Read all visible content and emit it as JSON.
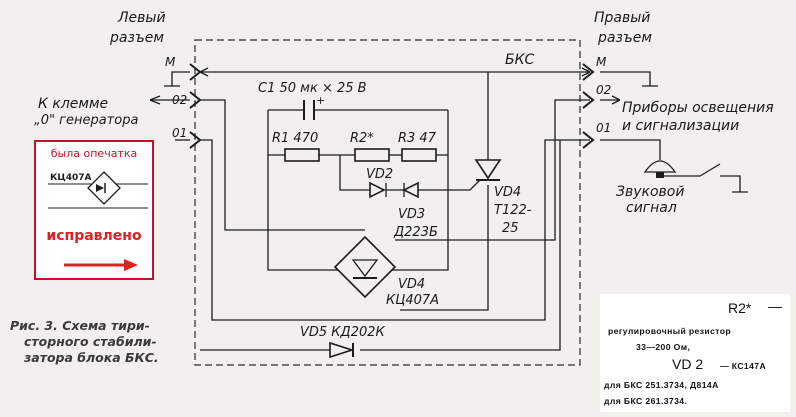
{
  "diagram": {
    "left_connector": {
      "line1": "Левый",
      "line2": "разъем"
    },
    "right_connector": {
      "line1": "Правый",
      "line2": "разъем"
    },
    "pins_left": [
      "М",
      "02",
      "01"
    ],
    "pins_right": [
      "М",
      "02",
      "01"
    ],
    "bks": "БКС",
    "to_terminal": {
      "line1": "К клемме",
      "line2": "„0\" генератора"
    },
    "lights": {
      "line1": "Приборы освещения",
      "line2": "и сигнализации"
    },
    "horn": {
      "line1": "Звуковой",
      "line2": "сигнал"
    },
    "c1": "C1  50 мк × 25 В",
    "r1": "R1  470",
    "r2": "R2*",
    "r3": "R3  47",
    "vd2": "VD2",
    "vd3": "VD3",
    "vd3_type": "Д223Б",
    "vd4_thy": "VD4",
    "vd4_thy_type1": "Т122-",
    "vd4_thy_type2": "25",
    "vd4_bridge": "VD4",
    "vd4_bridge_type": "КЦ407А",
    "vd5": "VD5  КД202К",
    "plus": "+"
  },
  "correction": {
    "title": "была опечатка",
    "symbol_label": "КЦ407А",
    "fixed": "исправлено"
  },
  "caption": {
    "line1": "Рис. 3. Схема тири-",
    "line2": "сторного стабили-",
    "line3": "затора блока БКС."
  },
  "note": {
    "r2": "R2*",
    "dash1": "—",
    "r2_desc1": "регулировочный   резистор",
    "r2_desc2": "33—200 Ом,",
    "vd2": "VD 2",
    "vd2_desc1": "— КС147А",
    "vd2_desc2": "для  БКС  251.3734,  Д814А",
    "vd2_desc3": "для БКС 261.3734."
  }
}
